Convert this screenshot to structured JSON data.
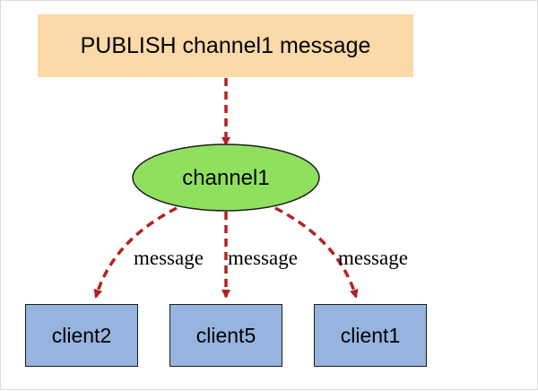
{
  "publish": {
    "label": "PUBLISH channel1 message"
  },
  "channel": {
    "label": "channel1"
  },
  "clients": [
    {
      "label": "client2"
    },
    {
      "label": "client5"
    },
    {
      "label": "client1"
    }
  ],
  "edges": [
    {
      "label": "message"
    },
    {
      "label": "message"
    },
    {
      "label": "message"
    }
  ],
  "colors": {
    "publish_fill": "#fbd9a8",
    "channel_fill": "#90e060",
    "client_fill": "#95b4df",
    "arrow": "#b22222"
  }
}
